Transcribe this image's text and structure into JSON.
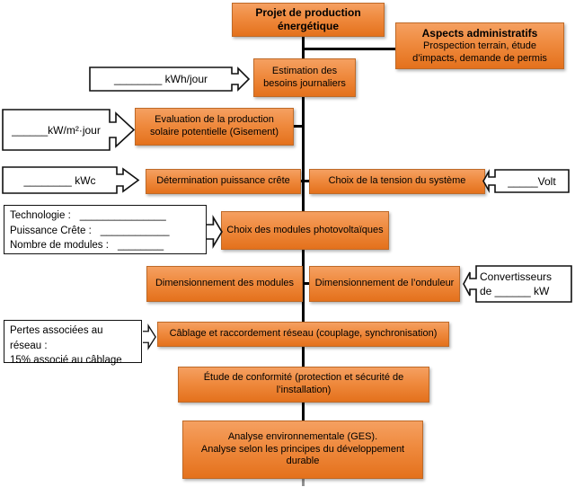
{
  "flowchart": {
    "title_box": {
      "label": "Projet de production énergétique"
    },
    "orange_boxes": {
      "aspects": {
        "title": "Aspects administratifs",
        "body": "Prospection terrain, étude d’impacts, demande de permis"
      },
      "estimation": {
        "label": "Estimation des besoins journaliers"
      },
      "evaluation": {
        "label": "Evaluation de la production solaire potentielle (Gisement)"
      },
      "determination": {
        "label": "Détermination puissance crête"
      },
      "tension": {
        "label": "Choix de la tension du système"
      },
      "modules": {
        "label": "Choix des modules photovoltaïques"
      },
      "dim_modules": {
        "label": "Dimensionnement des modules"
      },
      "dim_onduleur": {
        "label": "Dimensionnement de l’onduleur"
      },
      "cablage": {
        "label": "Câblage et raccordement réseau (couplage, synchronisation)"
      },
      "conformite": {
        "label": "Étude de conformité (protection et sécurité de l’installation)"
      },
      "analyse": {
        "line1": "Analyse environnementale (GES).",
        "line2": "Analyse selon les principes du développement durable"
      }
    },
    "callouts": {
      "kwh_jour": {
        "label": "________ kWh/jour"
      },
      "kw_m2_jour": {
        "label": "______kW/m²·jour"
      },
      "kwc": {
        "label": "________ kWc"
      },
      "volt": {
        "label": "_____Volt"
      },
      "convertisseurs": {
        "line1": "Convertisseurs",
        "line2": "de ______ kW"
      },
      "technologie": {
        "lines": [
          {
            "label": "Technologie :",
            "blank": "_______________"
          },
          {
            "label": "Puissance Crête :",
            "blank": "____________"
          },
          {
            "label": "Nombre de modules :",
            "blank": "________"
          }
        ]
      },
      "pertes": {
        "line1": "Pertes associées au réseau :",
        "line2": "15% associé au câblage"
      }
    },
    "colors": {
      "box_gradient_top": "#F5A061",
      "box_gradient_bottom": "#E4711C",
      "box_border": "#BE6A28",
      "connector": "#000000"
    }
  }
}
